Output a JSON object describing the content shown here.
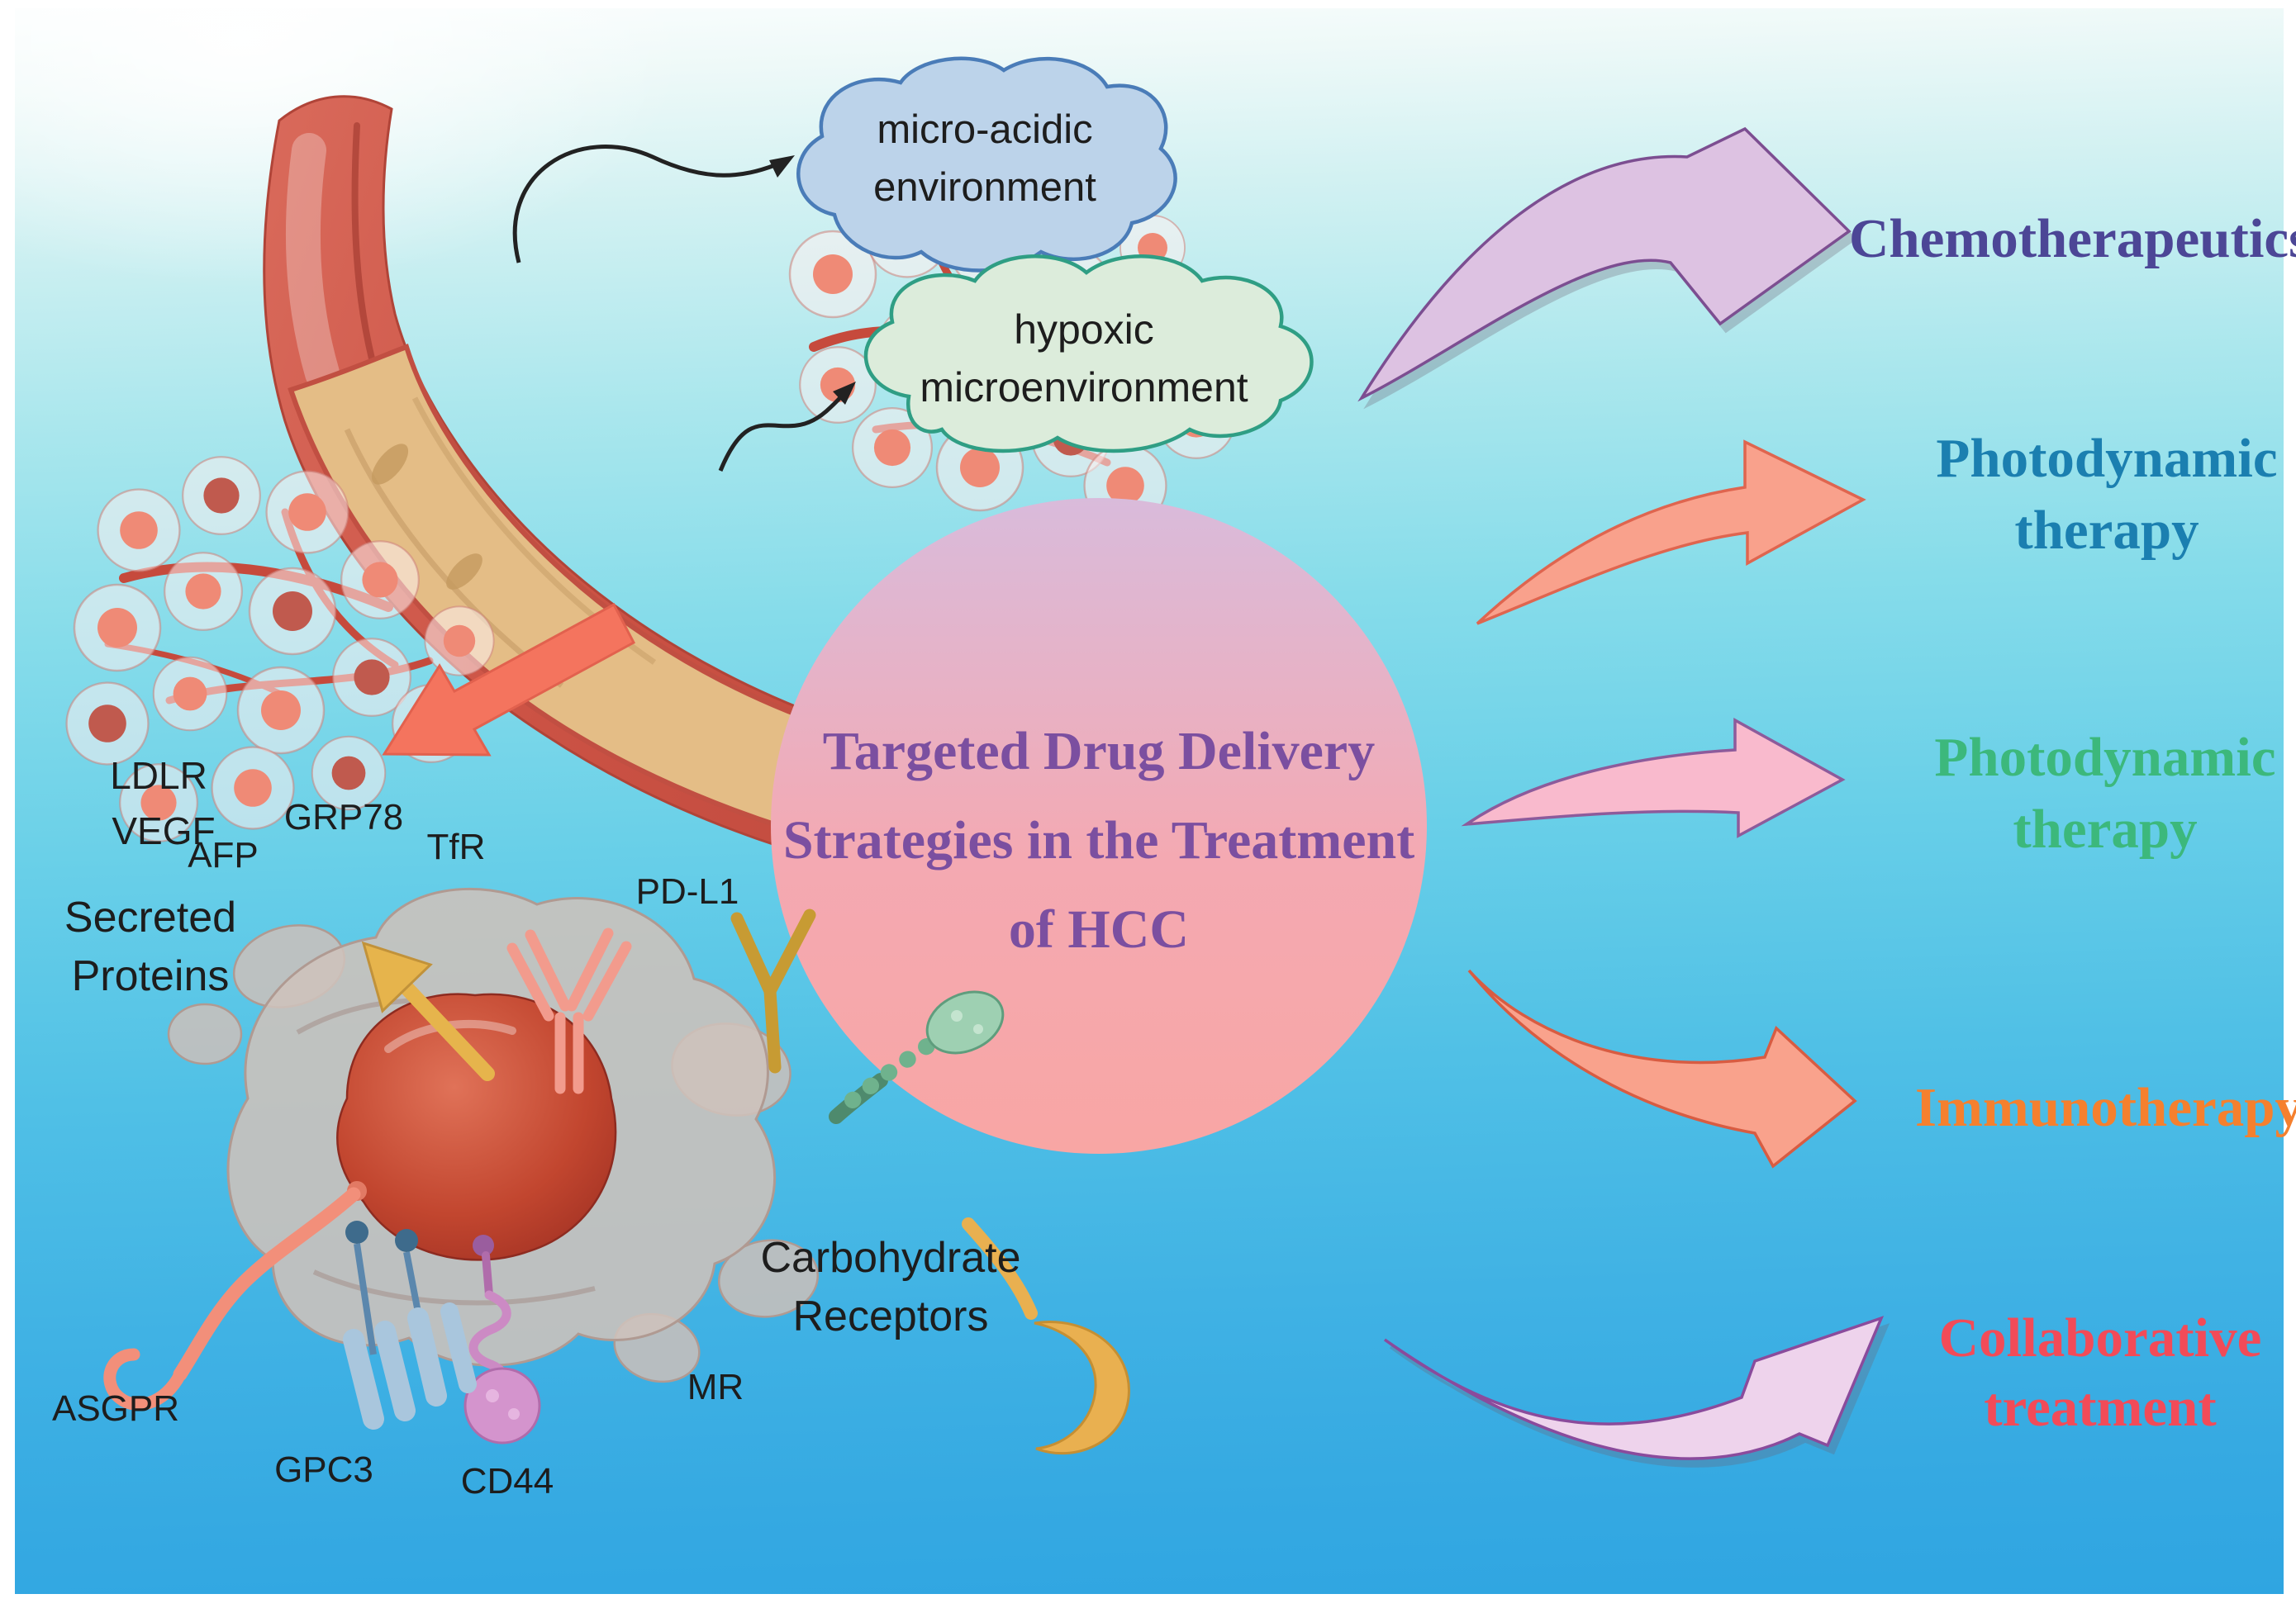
{
  "figure": {
    "clouds": {
      "acidic": {
        "line1": "micro-acidic",
        "line2": "environment",
        "fill": "#bcd3ea",
        "border": "#4a7cb8"
      },
      "hypoxic": {
        "line1": "hypoxic",
        "line2": "microenvironment",
        "fill": "#dcecdb",
        "border": "#2f9e84"
      }
    },
    "center": {
      "line1": "Targeted Drug Delivery",
      "line2": "Strategies in the Treatment",
      "line3": "of HCC",
      "text_color": "#7b4fa0",
      "gradient_top": "#d9bbdb",
      "gradient_bottom": "#f8a6a4"
    },
    "treatments": {
      "chemotherapeutics": {
        "label": "Chemotherapeutics",
        "color": "#4c4696",
        "arrow_color": "#ddc2e2"
      },
      "photodynamic_blue": {
        "line1": "Photodynamic",
        "line2": "therapy",
        "color": "#1b7fb0",
        "arrow_color": "#f9a18c"
      },
      "photodynamic_green": {
        "line1": "Photodynamic",
        "line2": "therapy",
        "color": "#3cb87c",
        "arrow_color": "#f9bacd"
      },
      "immunotherapy": {
        "label": "Immunotherapy",
        "color": "#f5802e",
        "arrow_color": "#f9a28c"
      },
      "collaborative": {
        "line1": "Collaborative",
        "line2": "treatment",
        "color": "#f24b58",
        "arrow_color": "#eed3ec"
      }
    },
    "cell": {
      "receptor_labels": {
        "ldlr": "LDLR",
        "vegf": "VEGF",
        "afp": "AFP",
        "grp78": "GRP78",
        "tfr": "TfR",
        "pdl1": "PD-L1",
        "asgpr": "ASGPR",
        "gpc3": "GPC3",
        "cd44": "CD44",
        "mr": "MR"
      },
      "group_labels": {
        "secreted1": "Secreted",
        "secreted2": "Proteins",
        "carb1": "Carbohydrate",
        "carb2": "Receptors"
      }
    }
  }
}
